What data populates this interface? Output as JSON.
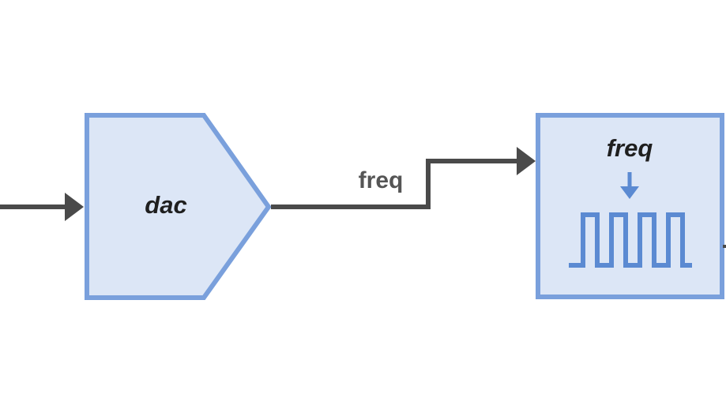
{
  "diagram": {
    "dac_block": {
      "label": "dac"
    },
    "connection": {
      "label": "freq"
    },
    "oscillator_block": {
      "label": "freq",
      "icon": "square-wave-icon"
    },
    "colors": {
      "block_fill": "#dce6f6",
      "block_stroke": "#7aa0dc",
      "wire": "#4a4a4a",
      "icon": "#5b8ad2",
      "text_dark": "#1f1f1f",
      "text_wire": "#555555"
    }
  }
}
